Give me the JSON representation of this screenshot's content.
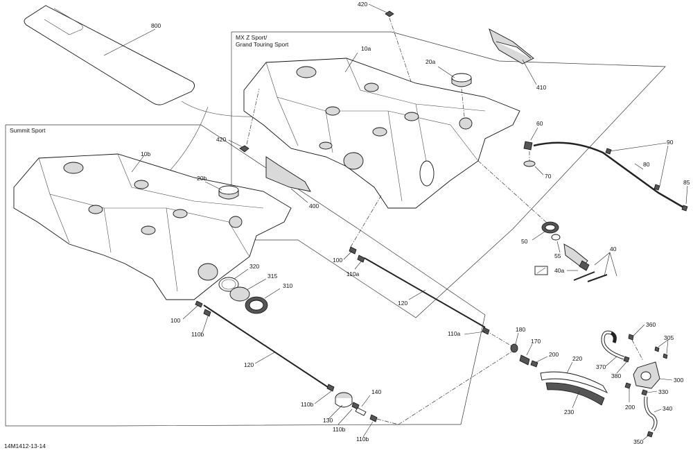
{
  "diagram": {
    "drawing_code": "14M1412-13-14",
    "frames": {
      "mxz": {
        "line1": "MX Z Sport/",
        "line2": "Grand Touring Sport"
      },
      "summit": {
        "title": "Summit Sport"
      }
    },
    "labels": {
      "p800": "800",
      "p420_top": "420",
      "p420_mid": "420",
      "p410": "410",
      "p400": "400",
      "p10a": "10a",
      "p10b": "10b",
      "p20a": "20a",
      "p20b": "20b",
      "p60": "60",
      "p70": "70",
      "p80": "80",
      "p85": "85",
      "p90": "90",
      "p50": "50",
      "p55": "55",
      "p40": "40",
      "p40a": "40a",
      "p320": "320",
      "p315": "315",
      "p310": "310",
      "p100_left": "100",
      "p110b_left": "110b",
      "p120_left": "120",
      "p110b_bottom1": "110b",
      "p130": "130",
      "p110b_bottom2": "110b",
      "p140": "140",
      "p110b_bottom3": "110b",
      "p100_mid": "100",
      "p110a_mid": "110a",
      "p120_mid": "120",
      "p110a_low": "110a",
      "p180": "180",
      "p170": "170",
      "p200_a": "200",
      "p220": "220",
      "p230": "230",
      "p370": "370",
      "p380": "380",
      "p360": "360",
      "p305": "305",
      "p300": "300",
      "p330": "330",
      "p200_b": "200",
      "p340": "340",
      "p350": "350"
    }
  }
}
